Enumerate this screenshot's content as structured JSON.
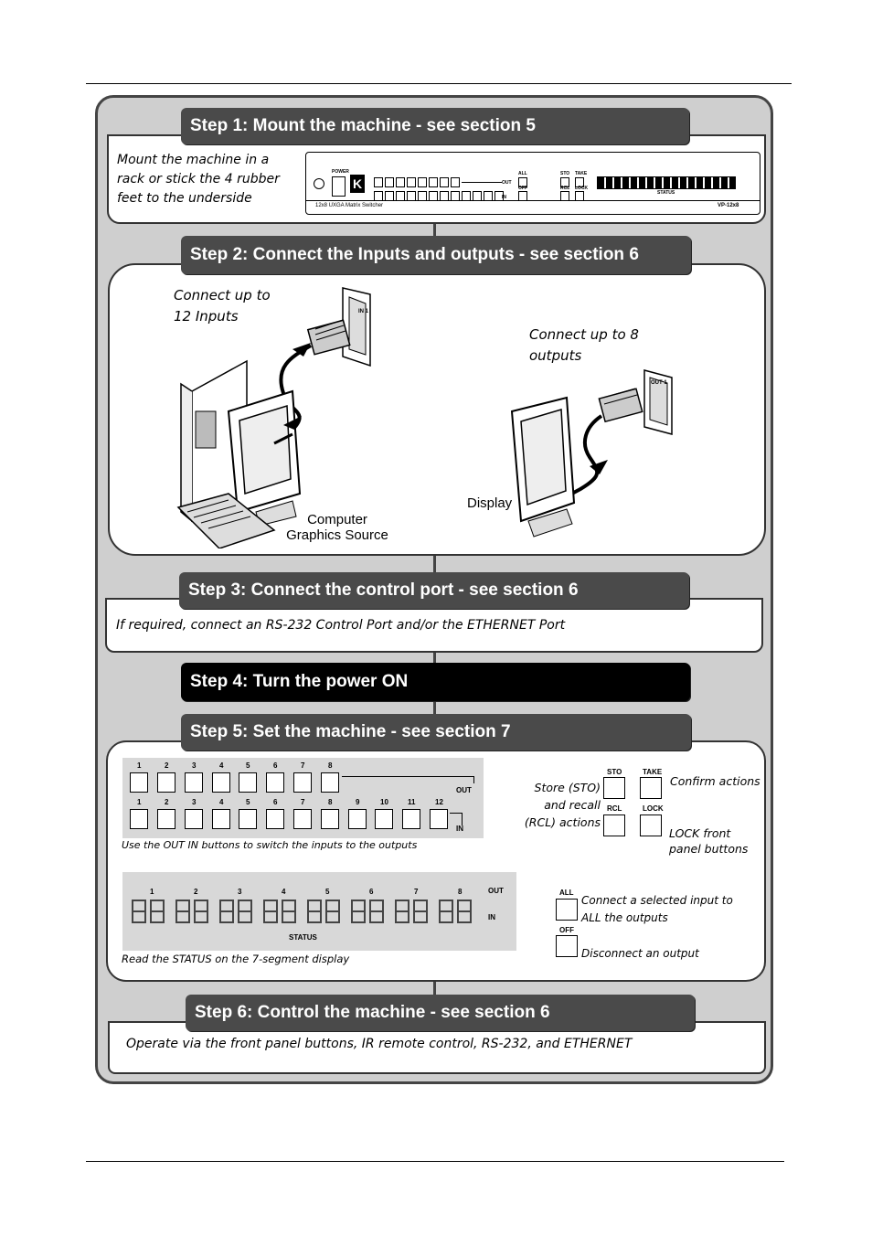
{
  "steps": {
    "step1": {
      "title": "Step 1: Mount the machine - see section 5",
      "text": "Mount the machine in a rack or stick the 4 rubber feet to  the underside",
      "device": {
        "power_label": "POWER",
        "model_text": "12x8 UXGA Matrix Switcher",
        "model_code": "VP-12x8",
        "status_label": "STATUS",
        "out_label": "OUT",
        "in_label": "IN",
        "all_label": "ALL",
        "off_label": "OFF",
        "sto_label": "STO",
        "take_label": "TAKE",
        "rcl_label": "RCL",
        "lock_label": "LOCK"
      }
    },
    "step2": {
      "title": "Step 2: Connect the Inputs and outputs - see section 6",
      "inputs_text": "Connect up to 12 Inputs",
      "outputs_text": "Connect up to 8 outputs",
      "computer_label": "Computer Graphics Source",
      "display_label": "Display",
      "in1_label": "IN 1",
      "out1_label": "OUT 1"
    },
    "step3": {
      "title": "Step 3: Connect the control port - see section 6",
      "text": "If required, connect an RS-232 Control Port and/or the ETHERNET Port"
    },
    "step4": {
      "title": "Step 4: Turn the power ON"
    },
    "step5": {
      "title": "Step 5: Set the machine - see section 7",
      "out_numbers": [
        "1",
        "2",
        "3",
        "4",
        "5",
        "6",
        "7",
        "8"
      ],
      "in_numbers": [
        "1",
        "2",
        "3",
        "4",
        "5",
        "6",
        "7",
        "8",
        "9",
        "10",
        "11",
        "12"
      ],
      "out_label": "OUT",
      "in_label": "IN",
      "buttons_caption": "Use the OUT IN buttons to switch the inputs to the outputs",
      "sto_label": "STO",
      "take_label": "TAKE",
      "rcl_label": "RCL",
      "lock_label": "LOCK",
      "store_text": "Store (STO) and recall (RCL) actions",
      "confirm_text": "Confirm actions",
      "lock_text": "LOCK front panel buttons",
      "status_numbers": [
        "1",
        "2",
        "3",
        "4",
        "5",
        "6",
        "7",
        "8"
      ],
      "status_out": "OUT",
      "status_in": "IN",
      "status_label": "STATUS",
      "status_caption": "Read the  STATUS on the 7-segment display",
      "all_label": "ALL",
      "off_label": "OFF",
      "all_text": "Connect a selected input to ALL the outputs",
      "off_text": "Disconnect an output"
    },
    "step6": {
      "title": "Step 6: Control the machine - see section 6",
      "text": "Operate via the front panel buttons, IR remote control, RS-232, and ETHERNET"
    }
  }
}
